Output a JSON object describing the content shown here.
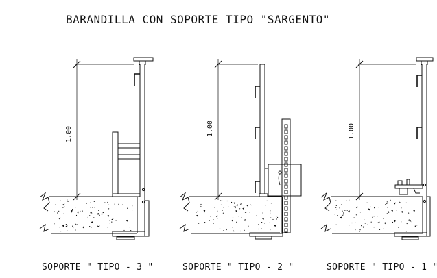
{
  "title": "BARANDILLA CON SOPORTE TIPO \"SARGENTO\"",
  "dimension_label": "1.00",
  "details": [
    {
      "caption": "SOPORTE \" TIPO - 3 \""
    },
    {
      "caption": "SOPORTE \" TIPO - 2 \""
    },
    {
      "caption": "SOPORTE \" TIPO - 1 \""
    }
  ],
  "colors": {
    "line": "#111111",
    "background": "#ffffff"
  }
}
